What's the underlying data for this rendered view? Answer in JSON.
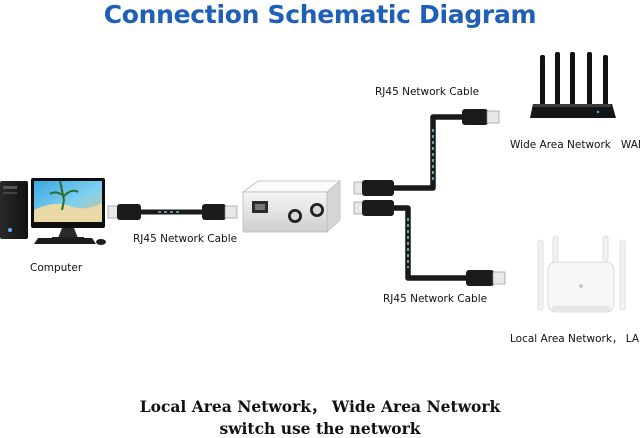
{
  "title": "Connection Schematic Diagram",
  "labels": {
    "cable_top": "RJ45 Network Cable",
    "cable_left": "RJ45 Network Cable",
    "cable_bottom": "RJ45 Network Cable",
    "computer": "Computer",
    "wan": "Wide Area Network   WAN",
    "lan": "Local Area Network， LAN"
  },
  "footer": {
    "line1": "Local Area Network， Wide Area Network",
    "line2": "switch use the network"
  },
  "colors": {
    "title": "#1f5fb8",
    "cable": "#1a1a1a",
    "cable_accent": "#8fd3e8"
  },
  "icons": [
    "computer-icon",
    "network-switch-icon",
    "wan-router-icon",
    "lan-router-icon",
    "rj45-connector-icon"
  ]
}
